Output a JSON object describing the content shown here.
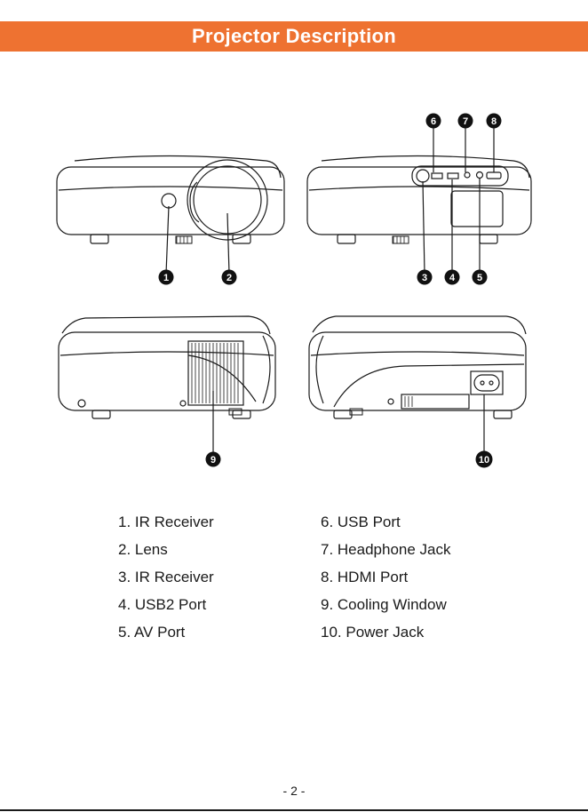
{
  "title": "Projector Description",
  "callouts": {
    "c1": "1",
    "c2": "2",
    "c3": "3",
    "c4": "4",
    "c5": "5",
    "c6": "6",
    "c7": "7",
    "c8": "8",
    "c9": "9",
    "c10": "10"
  },
  "legend": [
    "1. IR Receiver",
    "2. Lens",
    "3. IR Receiver",
    "4. USB2 Port",
    "5. AV Port",
    "6. USB Port",
    "7. Headphone Jack",
    "8. HDMI Port",
    "9. Cooling Window",
    "10. Power Jack"
  ],
  "page_number": "- 2 -",
  "colors": {
    "accent": "#ee7231",
    "line": "#1a1a1a"
  }
}
